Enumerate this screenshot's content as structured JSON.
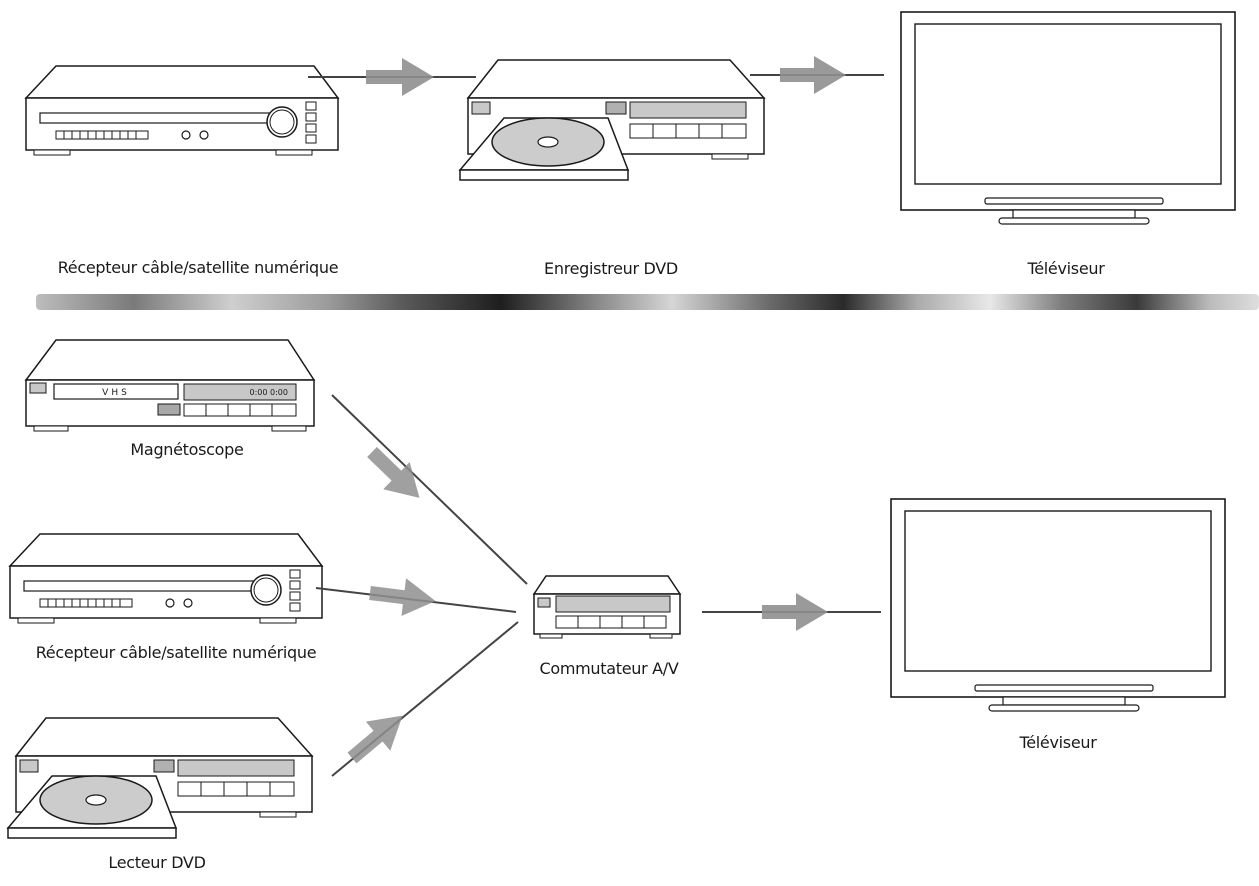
{
  "top": {
    "receiver_label": "Récepteur câble/satellite numérique",
    "recorder_label": "Enregistreur DVD",
    "tv_label": "Téléviseur"
  },
  "bottom": {
    "vcr_label": "Magnétoscope",
    "vcr_tape_text": "VHS",
    "vcr_display_text": "0:00 0:00",
    "receiver_label": "Récepteur câble/satellite numérique",
    "dvd_player_label": "Lecteur DVD",
    "switch_label": "Commutateur A/V",
    "tv_label": "Téléviseur"
  },
  "colors": {
    "line": "#444444",
    "arrow": "#8f8f8f",
    "device_stroke": "#1a1a1a",
    "display_fill": "#c8c8c8",
    "disc_fill": "#cccccc"
  }
}
